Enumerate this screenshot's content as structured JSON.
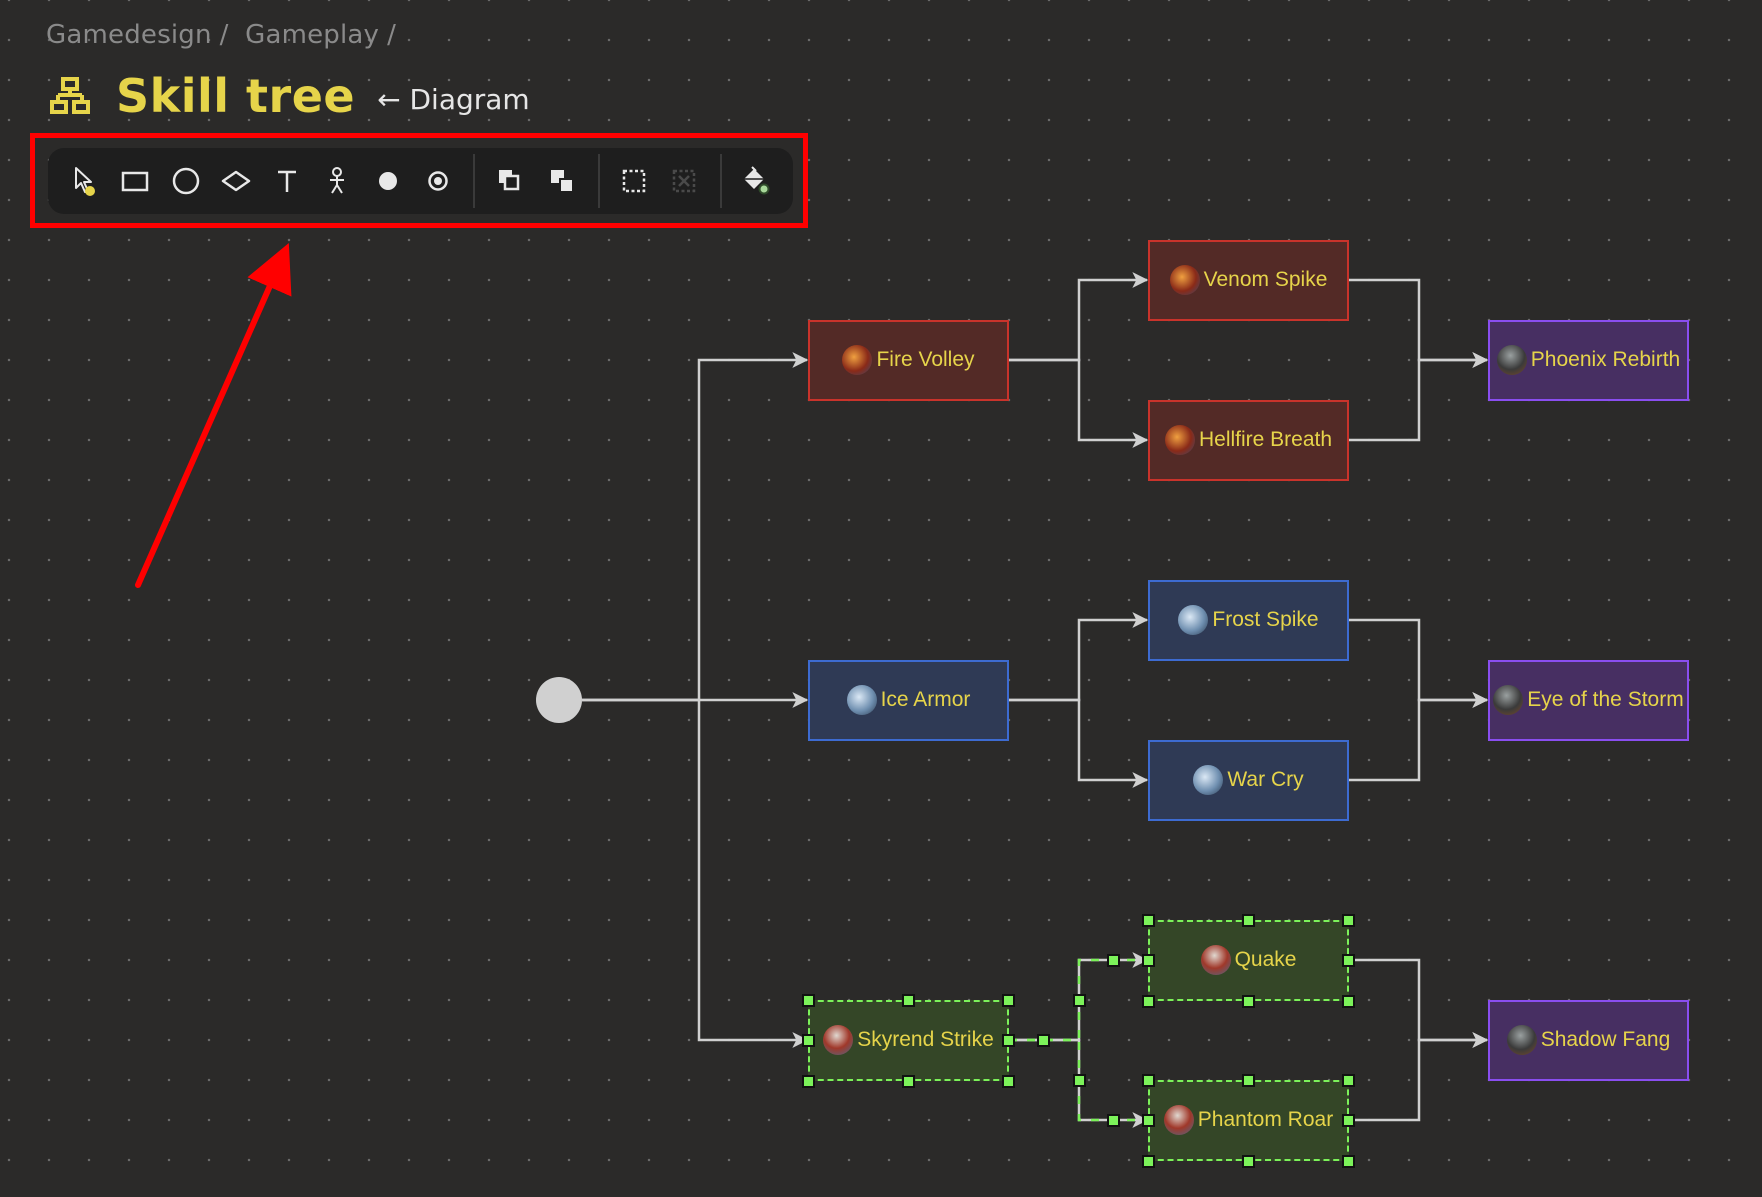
{
  "breadcrumb": [
    "Gamedesign",
    "/",
    "Gameplay",
    "/"
  ],
  "header": {
    "icon": "sitemap-icon",
    "title": "Skill tree",
    "back_link": "← Diagram"
  },
  "colors": {
    "accent": "#e6d44a",
    "annotation": "#ff0000",
    "fire_fill": "#532a26",
    "fire_border": "#c9332b",
    "ice_fill": "#2f3a55",
    "ice_border": "#3d6bd1",
    "ultimate_fill": "#472f62",
    "ultimate_border": "#8a4ef0",
    "selected_fill": "#344627",
    "selected_border": "#7cf25a",
    "connector": "#d0d0d0"
  },
  "toolbar": {
    "tools": [
      {
        "name": "select-tool",
        "icon": "pointer-icon",
        "active": true
      },
      {
        "name": "rectangle-tool",
        "icon": "rectangle-icon"
      },
      {
        "name": "circle-tool",
        "icon": "circle-icon"
      },
      {
        "name": "diamond-tool",
        "icon": "diamond-icon"
      },
      {
        "name": "text-tool",
        "icon": "text-icon"
      },
      {
        "name": "actor-tool",
        "icon": "stick-figure-icon"
      },
      {
        "name": "start-node-tool",
        "icon": "filled-circle-icon"
      },
      {
        "name": "end-node-tool",
        "icon": "target-circle-icon"
      },
      {
        "name": "bring-to-front-button",
        "icon": "bring-front-icon"
      },
      {
        "name": "send-to-back-button",
        "icon": "send-back-icon"
      },
      {
        "name": "group-select-button",
        "icon": "dashed-rect-icon"
      },
      {
        "name": "delete-selection-button",
        "icon": "dashed-x-icon",
        "disabled": true
      },
      {
        "name": "fill-color-button",
        "icon": "paint-bucket-icon"
      }
    ]
  },
  "diagram": {
    "start_node": "start",
    "nodes": [
      {
        "id": "fire_volley",
        "label": "Fire Volley",
        "style": "red"
      },
      {
        "id": "venom_spike",
        "label": "Venom Spike",
        "style": "red"
      },
      {
        "id": "hellfire_breath",
        "label": "Hellfire Breath",
        "style": "red"
      },
      {
        "id": "phoenix_rebirth",
        "label": "Phoenix Rebirth",
        "style": "purple"
      },
      {
        "id": "ice_armor",
        "label": "Ice Armor",
        "style": "blue"
      },
      {
        "id": "frost_spike",
        "label": "Frost Spike",
        "style": "blue"
      },
      {
        "id": "war_cry",
        "label": "War Cry",
        "style": "blue"
      },
      {
        "id": "eye_of_the_storm",
        "label": "Eye of the Storm",
        "style": "purple"
      },
      {
        "id": "skyrend_strike",
        "label": "Skyrend Strike",
        "style": "green",
        "selected": true
      },
      {
        "id": "quake",
        "label": "Quake",
        "style": "green",
        "selected": true
      },
      {
        "id": "phantom_roar",
        "label": "Phantom Roar",
        "style": "green",
        "selected": true
      },
      {
        "id": "shadow_fang",
        "label": "Shadow Fang",
        "style": "purple"
      }
    ],
    "edges": [
      [
        "start",
        "fire_volley"
      ],
      [
        "start",
        "ice_armor"
      ],
      [
        "start",
        "skyrend_strike"
      ],
      [
        "fire_volley",
        "venom_spike"
      ],
      [
        "fire_volley",
        "hellfire_breath"
      ],
      [
        "venom_spike",
        "phoenix_rebirth"
      ],
      [
        "hellfire_breath",
        "phoenix_rebirth"
      ],
      [
        "ice_armor",
        "frost_spike"
      ],
      [
        "ice_armor",
        "war_cry"
      ],
      [
        "frost_spike",
        "eye_of_the_storm"
      ],
      [
        "war_cry",
        "eye_of_the_storm"
      ],
      [
        "skyrend_strike",
        "quake"
      ],
      [
        "skyrend_strike",
        "phantom_roar"
      ],
      [
        "quake",
        "shadow_fang"
      ],
      [
        "phantom_roar",
        "shadow_fang"
      ]
    ]
  }
}
